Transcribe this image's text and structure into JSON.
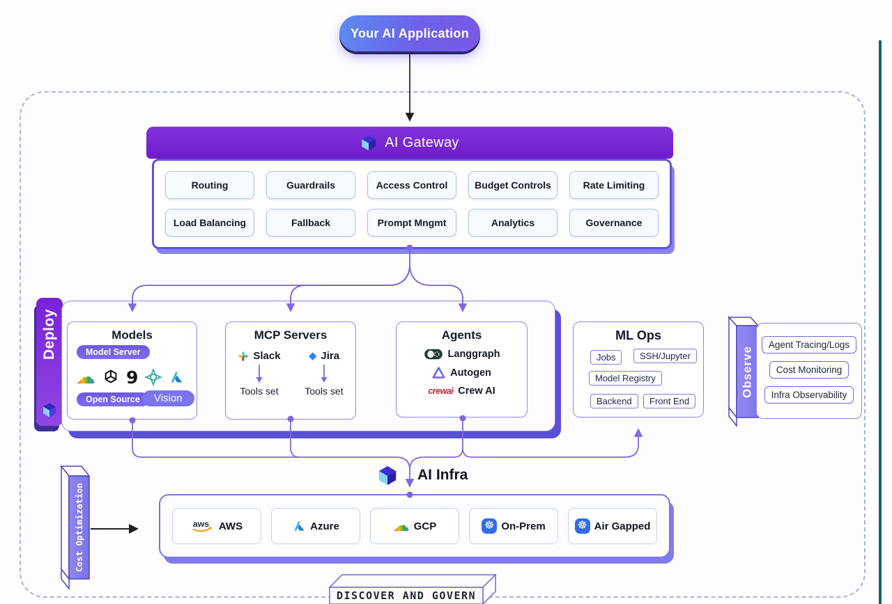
{
  "pill": {
    "label": "Your AI Application"
  },
  "gateway": {
    "title": "AI Gateway",
    "logo_icon": "truefoundry-cube-icon",
    "features": [
      "Routing",
      "Guardrails",
      "Access Control",
      "Budget Controls",
      "Rate Limiting",
      "Load Balancing",
      "Fallback",
      "Prompt Mngmt",
      "Analytics",
      "Governance"
    ]
  },
  "deploy": {
    "label": "Deploy",
    "logo_icon": "truefoundry-cube-icon"
  },
  "models": {
    "title": "Models",
    "top_badge": "Model Server",
    "bottom_badges": [
      "Open Source",
      "Vision"
    ],
    "provider_icons": [
      "google-cloud-icon",
      "openai-icon",
      "nine-model-icon",
      "star-knot-model-icon",
      "azure-icon"
    ],
    "nine_glyph": "9"
  },
  "mcp": {
    "title": "MCP Servers",
    "servers": [
      {
        "name": "Slack",
        "icon": "slack-icon",
        "tools": "Tools set"
      },
      {
        "name": "Jira",
        "icon": "jira-icon",
        "tools": "Tools set"
      }
    ]
  },
  "agents": {
    "title": "Agents",
    "frameworks": [
      {
        "name": "Langgraph",
        "icon": "langgraph-icon"
      },
      {
        "name": "Autogen",
        "icon": "autogen-icon"
      },
      {
        "name": "Crew AI",
        "icon": "crewai-icon",
        "icon_word": "crewai"
      }
    ]
  },
  "mlops": {
    "title": "ML Ops",
    "chips": [
      "Jobs",
      "SSH/Jupyter",
      "Model Registry",
      "Backend",
      "Front End"
    ]
  },
  "observe": {
    "label": "Observe",
    "items": [
      "Agent Tracing/Logs",
      "Cost Monitoring",
      "Infra Observability"
    ]
  },
  "infra": {
    "title": "AI Infra",
    "logo_icon": "truefoundry-cube-icon",
    "providers": [
      {
        "name": "AWS",
        "icon": "aws-icon",
        "logo_text": "aws"
      },
      {
        "name": "Azure",
        "icon": "azure-icon"
      },
      {
        "name": "GCP",
        "icon": "google-cloud-icon"
      },
      {
        "name": "On-Prem",
        "icon": "kubernetes-icon"
      },
      {
        "name": "Air Gapped",
        "icon": "kubernetes-icon"
      }
    ]
  },
  "cost": {
    "label": "Cost Optimization"
  },
  "govern": {
    "label": "DISCOVER AND GOVERN"
  },
  "colors": {
    "gateway_purple": "#7126CE",
    "connector_purple": "#8468E0",
    "panel_border": "#8D86EA",
    "slab_shadow": "#5A50D6",
    "badge_purple": "#6F5BE8",
    "teal_edge": "#19616E",
    "kubernetes_blue": "#326CE5"
  }
}
